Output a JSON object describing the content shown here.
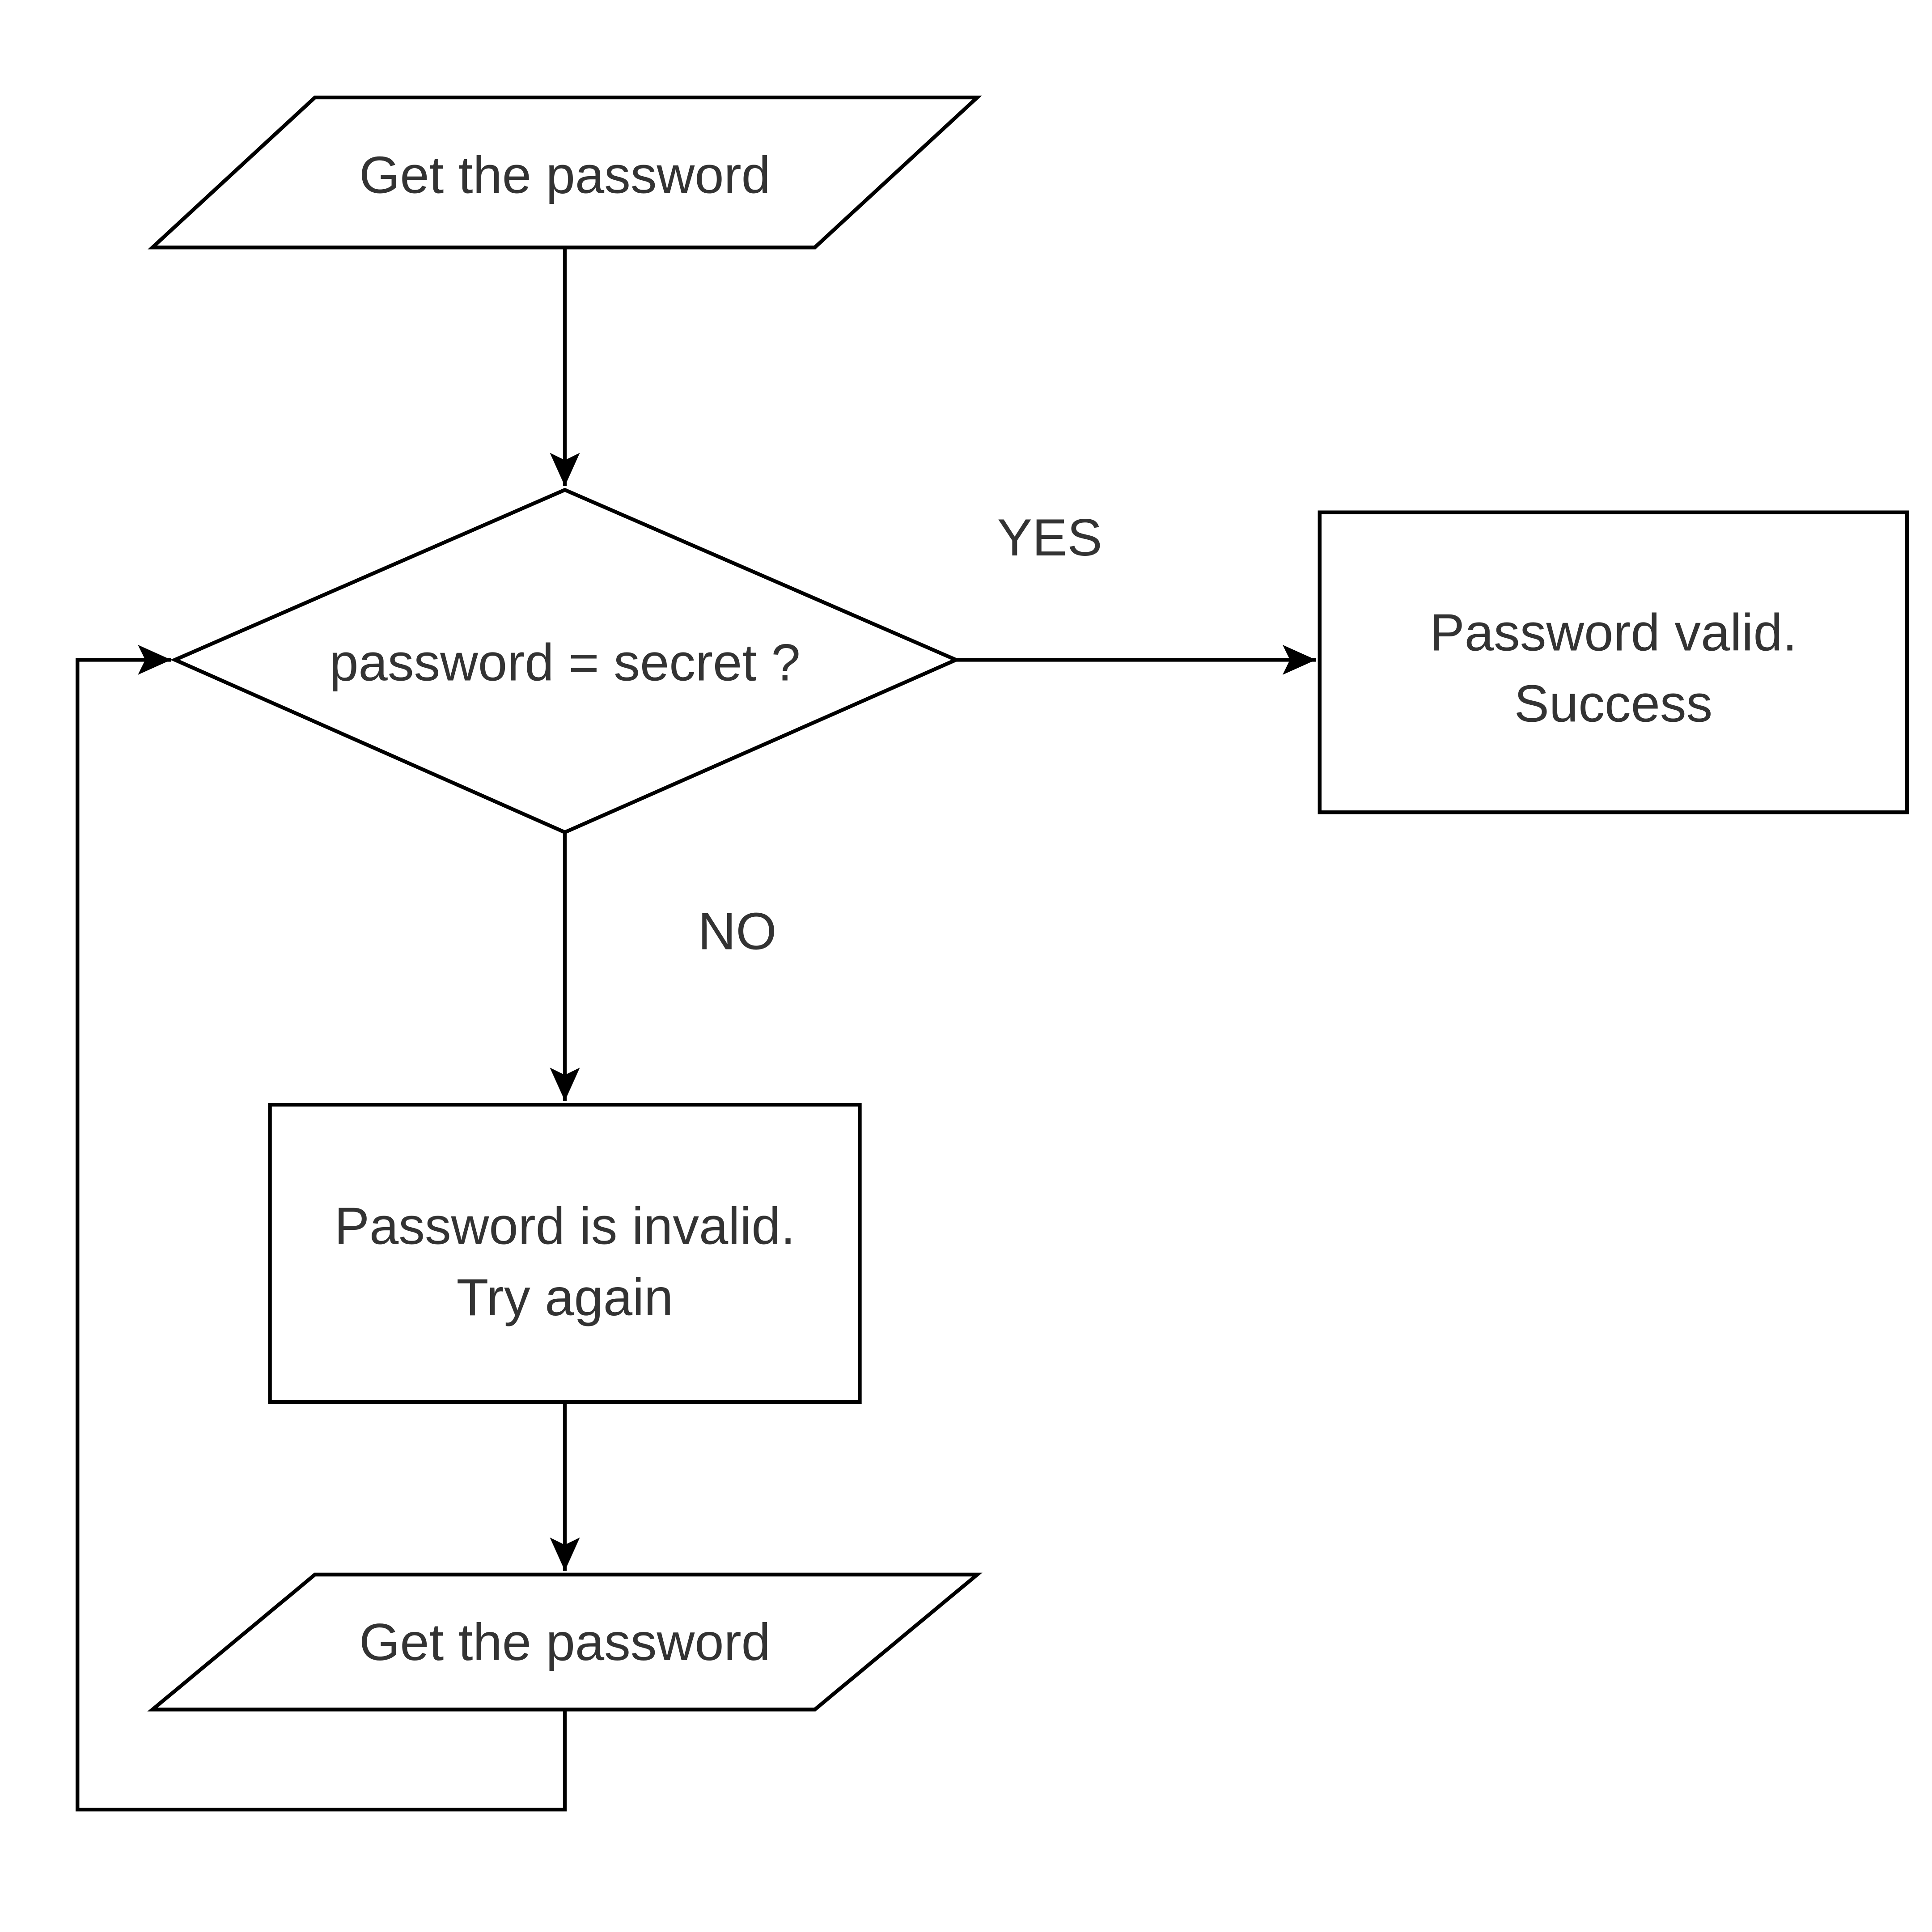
{
  "diagram": {
    "type": "flowchart",
    "background_color": "#ffffff",
    "stroke_color": "#000000",
    "text_color": "#333333",
    "nodes": [
      {
        "id": "input-top",
        "shape": "parallelogram",
        "label": "Get the password"
      },
      {
        "id": "decision",
        "shape": "diamond",
        "label": "password = secret ?"
      },
      {
        "id": "success",
        "shape": "rectangle",
        "lines": [
          "Password valid.",
          "Success"
        ]
      },
      {
        "id": "invalid",
        "shape": "rectangle",
        "lines": [
          "Password is invalid.",
          "Try again"
        ]
      },
      {
        "id": "input-retry",
        "shape": "parallelogram",
        "label": "Get the password"
      }
    ],
    "edges": [
      {
        "id": "input-top-to-decision",
        "label": ""
      },
      {
        "id": "decision-to-success",
        "label": "YES"
      },
      {
        "id": "decision-to-invalid",
        "label": "NO"
      },
      {
        "id": "invalid-to-input-retry",
        "label": ""
      },
      {
        "id": "input-retry-to-decision",
        "label": ""
      }
    ]
  }
}
